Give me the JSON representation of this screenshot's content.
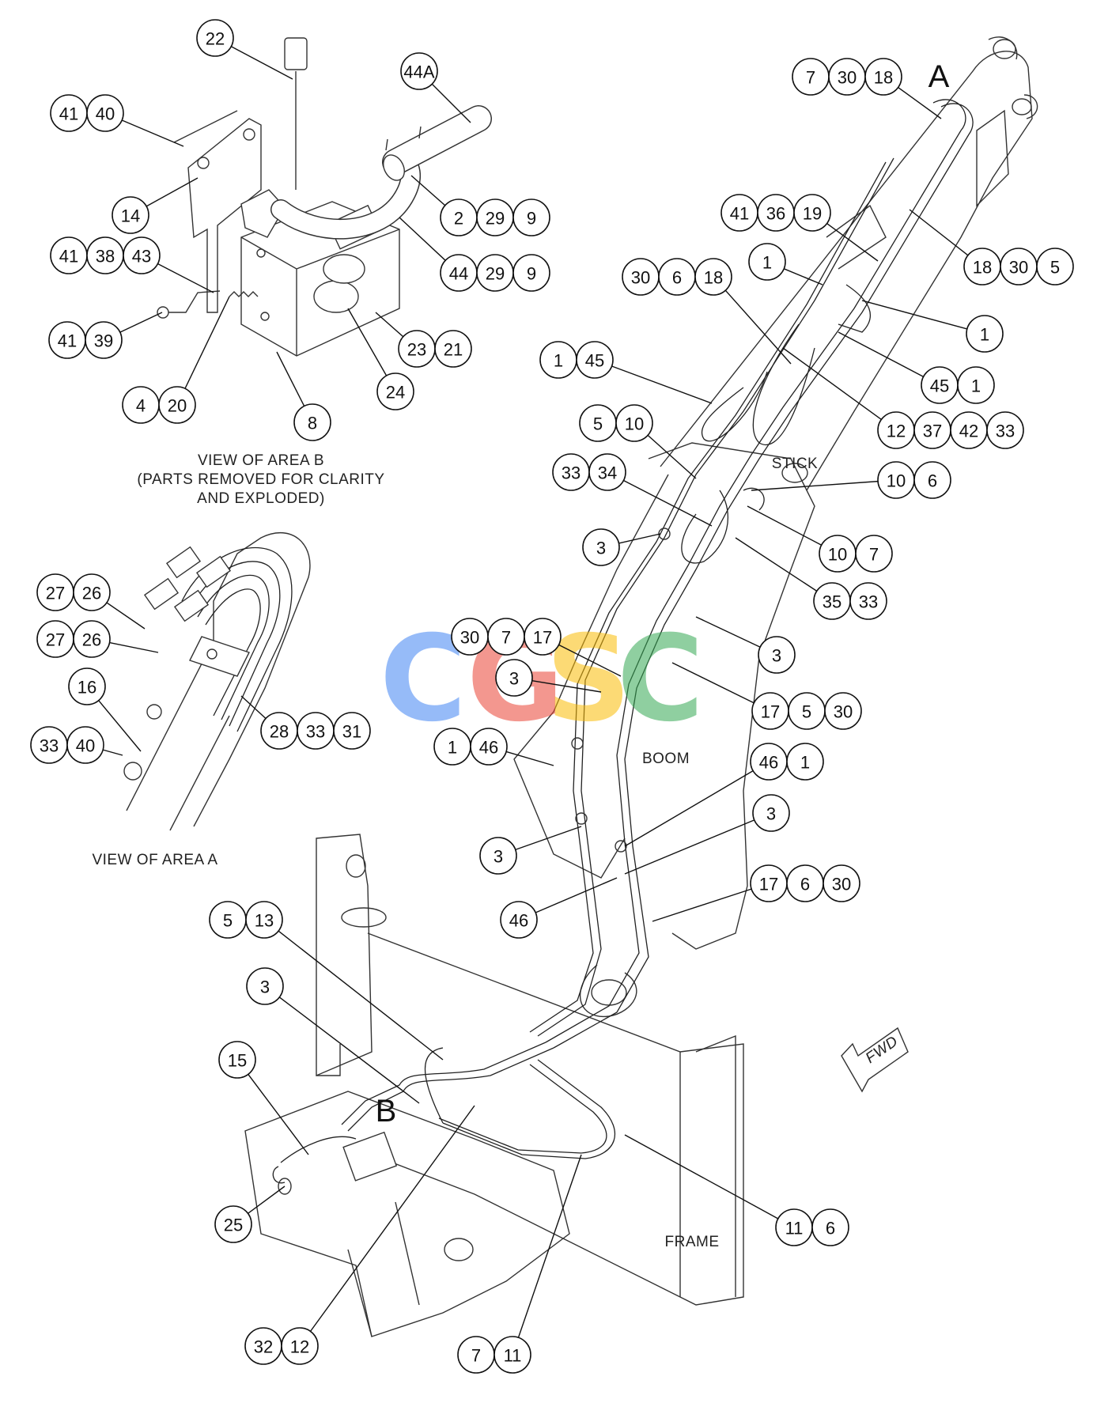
{
  "labels": {
    "view_b_line1": "VIEW OF AREA B",
    "view_b_line2": "(PARTS REMOVED FOR CLARITY",
    "view_b_line3": "AND EXPLODED)",
    "view_a": "VIEW OF AREA A",
    "stick": "STICK",
    "boom": "BOOM",
    "frame": "FRAME",
    "area_a": "A",
    "area_b": "B",
    "fwd": "FWD"
  },
  "watermark": {
    "letters": [
      "C",
      "G",
      "S",
      "C"
    ],
    "colors": [
      "#4285F4",
      "#EA4335",
      "#FBBC05",
      "#34A853"
    ]
  },
  "callouts": [
    [
      "22"
    ],
    [
      "44A"
    ],
    [
      "41",
      "40"
    ],
    [
      "14"
    ],
    [
      "2",
      "29",
      "9"
    ],
    [
      "41",
      "38",
      "43"
    ],
    [
      "44",
      "29",
      "9"
    ],
    [
      "41",
      "39"
    ],
    [
      "23",
      "21"
    ],
    [
      "24"
    ],
    [
      "4",
      "20"
    ],
    [
      "8"
    ],
    [
      "7",
      "30",
      "18"
    ],
    [
      "41",
      "36",
      "19"
    ],
    [
      "18",
      "30",
      "5"
    ],
    [
      "1"
    ],
    [
      "30",
      "6",
      "18"
    ],
    [
      "1"
    ],
    [
      "1",
      "45"
    ],
    [
      "45",
      "1"
    ],
    [
      "12",
      "37",
      "42",
      "33"
    ],
    [
      "5",
      "10"
    ],
    [
      "33",
      "34"
    ],
    [
      "10",
      "6"
    ],
    [
      "3"
    ],
    [
      "10",
      "7"
    ],
    [
      "35",
      "33"
    ],
    [
      "3"
    ],
    [
      "27",
      "26"
    ],
    [
      "27",
      "26"
    ],
    [
      "16"
    ],
    [
      "28",
      "33",
      "31"
    ],
    [
      "33",
      "40"
    ],
    [
      "30",
      "7",
      "17"
    ],
    [
      "3"
    ],
    [
      "17",
      "5",
      "30"
    ],
    [
      "1",
      "46"
    ],
    [
      "3"
    ],
    [
      "46",
      "1"
    ],
    [
      "3"
    ],
    [
      "46"
    ],
    [
      "17",
      "6",
      "30"
    ],
    [
      "5",
      "13"
    ],
    [
      "3"
    ],
    [
      "15"
    ],
    [
      "25"
    ],
    [
      "11",
      "6"
    ],
    [
      "32",
      "12"
    ],
    [
      "7",
      "11"
    ]
  ]
}
